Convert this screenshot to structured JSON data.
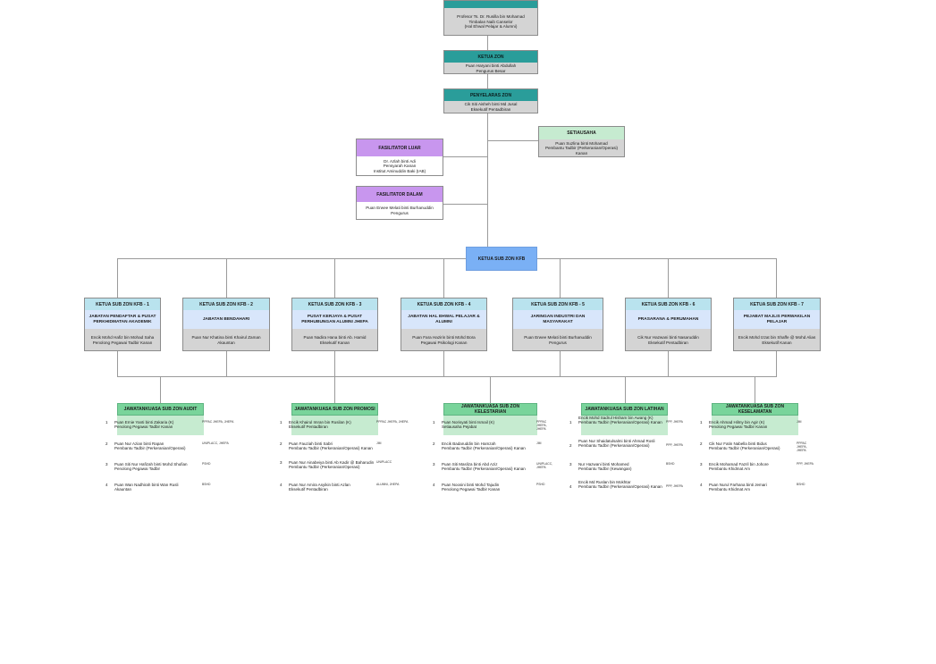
{
  "colors": {
    "teal": "#2a9d9a",
    "kfb_blue": "#7ab0f5",
    "light_blue": "#b9e3ee",
    "violet": "#c896ee",
    "mint": "#c6ebd0",
    "green": "#79d49b",
    "grey": "#d4d4d4"
  },
  "top": {
    "top_box": {
      "line1": "Profesor Ts. Dr. Rusilla bin Mohamad",
      "line2": "Timbalan Naib Canselor",
      "line3": "(Hal Ehwal Pelajar & Alumni)"
    },
    "ketua_zon": {
      "title": "KETUA ZON",
      "name": "Puan Haryani binti Abdullah",
      "role": "Pengurus Besar"
    },
    "penyelaras_zon": {
      "title": "PENYELARAS ZON",
      "name": "Cik Siti Aisheh binti Md Jusal",
      "role": "Eksekutif Pentadbiran"
    },
    "setiausaha": {
      "title": "SETIAUSAHA",
      "name": "Puan Suzlina binti Mohamad",
      "role": "Pembantu Tadbir (Perkeranian/Operasi) Kanan"
    },
    "fasilitator_luar": {
      "title": "FASILITATOR LUAR",
      "name": "Dr. Azlah binti Adi",
      "role": "Pensyarah Kanan",
      "org": "Institut Aminuddin Baki (IAB)"
    },
    "fasilitator_dalam": {
      "title": "FASILITATOR DALAM",
      "name": "Puan Erwee Melati binti Burhanuddin",
      "role": "Pengurus"
    },
    "ketua_sub_zon": {
      "title": "KETUA SUB ZON KFB"
    }
  },
  "subzones": [
    {
      "title": "KETUA SUB ZON KFB - 1",
      "unit": "JABATAN PENDAFTAR & PUSAT PERKHIDMATAN AKADEMIK",
      "name": "Encik Mohd Hafiz bin Mohad Saha",
      "role": "Penolong Pegawai Tadbir Kanan"
    },
    {
      "title": "KETUA SUB ZON KFB - 2",
      "unit": "JABATAN BENDAHARI",
      "name": "Puan Nur Khatina binti Khairul Zaman",
      "role": "Akauntan"
    },
    {
      "title": "KETUA SUB ZON KFB - 3",
      "unit": "PUSAT KERJAYA & PUSAT PERHUBUNGAN ALUMNI JHEPA",
      "name": "Puan Nadira Hana binti Ab. Hamid",
      "role": "Eksekutif Kanan"
    },
    {
      "title": "KETUA SUB ZON KFB - 4",
      "unit": "JABATAN HAL EHWAL PELAJAR & ALUMNI",
      "name": "Puan Fara Hazirin binti Mohd Bora",
      "role": "Pegawai Psikologi Kanan"
    },
    {
      "title": "KETUA SUB ZON KFB - 5",
      "unit": "JARINGAN INDUSTRI DAN MASYARAKAT",
      "name": "Puan Erwee Melati binti Burhanuddin",
      "role": "Pengurus"
    },
    {
      "title": "KETUA SUB ZON KFB - 6",
      "unit": "PRASARANA & PERUMAHAN",
      "name": "Cik Nur Hazwani binti Nasaruddin",
      "role": "Eksekutif Pentadbiran"
    },
    {
      "title": "KETUA SUB ZON KFB - 7",
      "unit": "PEJABAT MAJLIS PERWAKILAN PELAJAR",
      "name": "Encik Mohd Izzat bin Shaffe @ Mohd Alias",
      "role": "Eksekutif Kanan"
    }
  ],
  "committees": [
    {
      "title": "JAWATANKUASA SUB ZON AUDIT",
      "members": [
        {
          "no": "1",
          "name": "Puan Ernie Yanti binti Zakaria (K)",
          "role": "Penolong Pegawai Tadbir Kanan",
          "tag": "PPPAC JHEPA, JHEPA"
        },
        {
          "no": "2",
          "name": "Puan Nur Azian binti Rapan",
          "role": "Pembantu Tadbir (Perkeranian/Operasi)",
          "tag": "UNIPLACC, JHEPA"
        },
        {
          "no": "3",
          "name": "Puan Siti Nur Hafizah binti Mohd Shufian",
          "role": "Penolong Pegawai Tadbir",
          "tag": "PSHD"
        },
        {
          "no": "4",
          "name": "Puan Wan Nadhirah binti Wan Rusli",
          "role": "Akauntan",
          "tag": "BSHD"
        }
      ]
    },
    {
      "title": "JAWATANKUASA SUB ZON PROMOSI",
      "members": [
        {
          "no": "1",
          "name": "Encik Khairul Imran bin Rusilan (K)",
          "role": "Eksekutif Pentadbiran",
          "tag": "PPPAC JHEPA, JHEPA"
        },
        {
          "no": "2",
          "name": "Puan Fauziah binti Sabri",
          "role": "Pembantu Tadbir (Perkeranian/Operasi) Kanan",
          "tag": "JIM"
        },
        {
          "no": "3",
          "name": "Puan Nur Ainabeiya binti Ab Kadir @ Baharudin",
          "role": "Pembantu Tadbir (Perkeranian/Operasi)",
          "tag": "UNIPLACC"
        },
        {
          "no": "4",
          "name": "Puan Nur Amira Asyikin binti Azlan",
          "role": "Eksekutif Pentadbiran",
          "tag": "ALUMNI, JHEPA"
        }
      ]
    },
    {
      "title": "JAWATANKUASA SUB ZON KELESTARIAN",
      "members": [
        {
          "no": "1",
          "name": "Puan Norisyati binti Ismail (K)",
          "role": "Setiausaha Pejabat",
          "tag": "PPPAC JHEPA, JHEPA"
        },
        {
          "no": "2",
          "name": "Encik Badaruddin bin Hamzah",
          "role": "Pembantu Tadbir (Perkeranian/Operasi) Kanan",
          "tag": "JIM"
        },
        {
          "no": "3",
          "name": "Puan Siti Masliza binti Abd Aziz",
          "role": "Pembantu Tadbir (Perkeranian/Operasi) Kanan",
          "tag": "UNIPLACC, JHEPA"
        },
        {
          "no": "4",
          "name": "Puan Noosini binti Mohd Tajudin",
          "role": "Penolong Pegawai Tadbir Kanan",
          "tag": "PSHD"
        }
      ]
    },
    {
      "title": "JAWATANKUASA SUB ZON LATIHAN",
      "members": [
        {
          "no": "1",
          "name": "Encik Mohd Sadrul Hisham bin Awang (K)",
          "role": "Pembantu Tadbir (Perkeranian/Operasi) Kanan",
          "tag": "PPP, JHEPA"
        },
        {
          "no": "2",
          "name": "Puan Nur Shaidatulsalmi binti Ahmad Rosli",
          "role": "Pembantu Tadbir (Perkeranian/Operasi)",
          "tag": "PPP, JHEPA"
        },
        {
          "no": "3",
          "name": "Nur Hazwani binti Mohamed",
          "role": "Pembantu Tadbir (Kewangan)",
          "tag": "BSHD"
        },
        {
          "no": "4",
          "name": "Encik Md Ruslan bin Mokhtar",
          "role": "Pembantu Tadbir (Perkeranian/Operasi) Kanan",
          "tag": "PPP, JHEPA"
        }
      ]
    },
    {
      "title": "JAWATANKUASA SUB ZON KESELAMATAN",
      "members": [
        {
          "no": "1",
          "name": "Encik Ahmad Hilmy bin Agir (K)",
          "role": "Penolong Pegawai Tadbir Kanan",
          "tag": "JIM"
        },
        {
          "no": "2",
          "name": "Cik Nur Fatin Nabella binti Bidus",
          "role": "Pembantu Tadbir (Perkeranian/Operasi)",
          "tag": "PPPAC JHEPA, JHEPA"
        },
        {
          "no": "3",
          "name": "Encik Mohamad Fazril bin Johore",
          "role": "Pembantu Khidmat Am",
          "tag": "PPP, JHEPA"
        },
        {
          "no": "4",
          "name": "Puan Nurul Farhana binti Jemari",
          "role": "Pembantu Khidmat Am",
          "tag": "BSHD"
        }
      ]
    }
  ]
}
